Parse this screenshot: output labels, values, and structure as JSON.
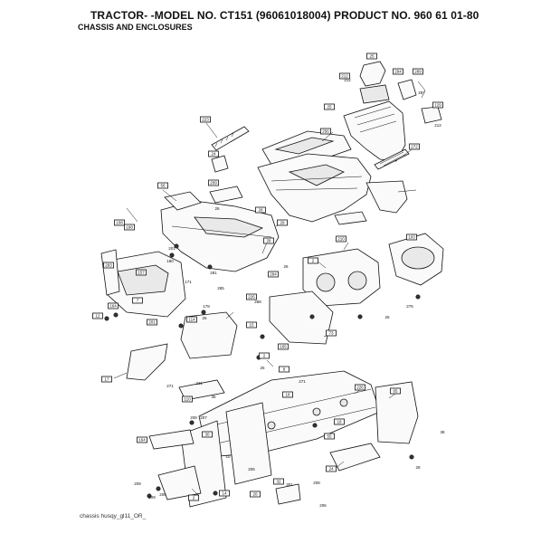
{
  "header": {
    "title": "TRACTOR- -MODEL NO. CT151 (96061018004) PRODUCT NO. 960 61 01-80",
    "subtitle": "CHASSIS AND ENCLOSURES"
  },
  "footer": {
    "caption": "chassis husqy_gl11_OR_"
  },
  "callouts": [
    {
      "label": "25"
    },
    {
      "label": "212"
    },
    {
      "label": "294"
    },
    {
      "label": "289"
    },
    {
      "label": "25"
    },
    {
      "label": "223"
    },
    {
      "label": "256"
    },
    {
      "label": "129"
    },
    {
      "label": "272"
    },
    {
      "label": "24"
    },
    {
      "label": "56"
    },
    {
      "label": "209"
    },
    {
      "label": "28"
    },
    {
      "label": "29"
    },
    {
      "label": "108"
    },
    {
      "label": "168"
    },
    {
      "label": "28"
    },
    {
      "label": "2"
    },
    {
      "label": "294"
    },
    {
      "label": "157"
    },
    {
      "label": "226"
    },
    {
      "label": "293"
    },
    {
      "label": "210"
    },
    {
      "label": "73"
    },
    {
      "label": "7"
    },
    {
      "label": "164"
    },
    {
      "label": "201"
    },
    {
      "label": "15"
    },
    {
      "label": "165"
    },
    {
      "label": "2"
    },
    {
      "label": "114"
    },
    {
      "label": "8"
    },
    {
      "label": "17"
    },
    {
      "label": "18"
    },
    {
      "label": "110"
    },
    {
      "label": "12"
    },
    {
      "label": "103"
    },
    {
      "label": "65"
    },
    {
      "label": "18"
    },
    {
      "label": "55"
    },
    {
      "label": "164"
    },
    {
      "label": "30"
    },
    {
      "label": "2"
    },
    {
      "label": "20"
    },
    {
      "label": "32"
    },
    {
      "label": "24"
    },
    {
      "label": "14"
    },
    {
      "label": "226"
    }
  ],
  "numbers": [
    {
      "label": "212"
    },
    {
      "label": "287"
    },
    {
      "label": "212"
    },
    {
      "label": "26"
    },
    {
      "label": "180"
    },
    {
      "label": "201"
    },
    {
      "label": "171"
    },
    {
      "label": "281"
    },
    {
      "label": "285"
    },
    {
      "label": "288"
    },
    {
      "label": "178"
    },
    {
      "label": "26"
    },
    {
      "label": "275"
    },
    {
      "label": "26"
    },
    {
      "label": "26"
    },
    {
      "label": "271"
    },
    {
      "label": "211"
    },
    {
      "label": "35"
    },
    {
      "label": "208"
    },
    {
      "label": "207"
    },
    {
      "label": "209"
    },
    {
      "label": "10"
    },
    {
      "label": "205"
    },
    {
      "label": "209"
    },
    {
      "label": "205"
    },
    {
      "label": "271"
    },
    {
      "label": "26"
    },
    {
      "label": "38"
    },
    {
      "label": "28"
    },
    {
      "label": "301"
    },
    {
      "label": "208"
    },
    {
      "label": "206"
    }
  ]
}
